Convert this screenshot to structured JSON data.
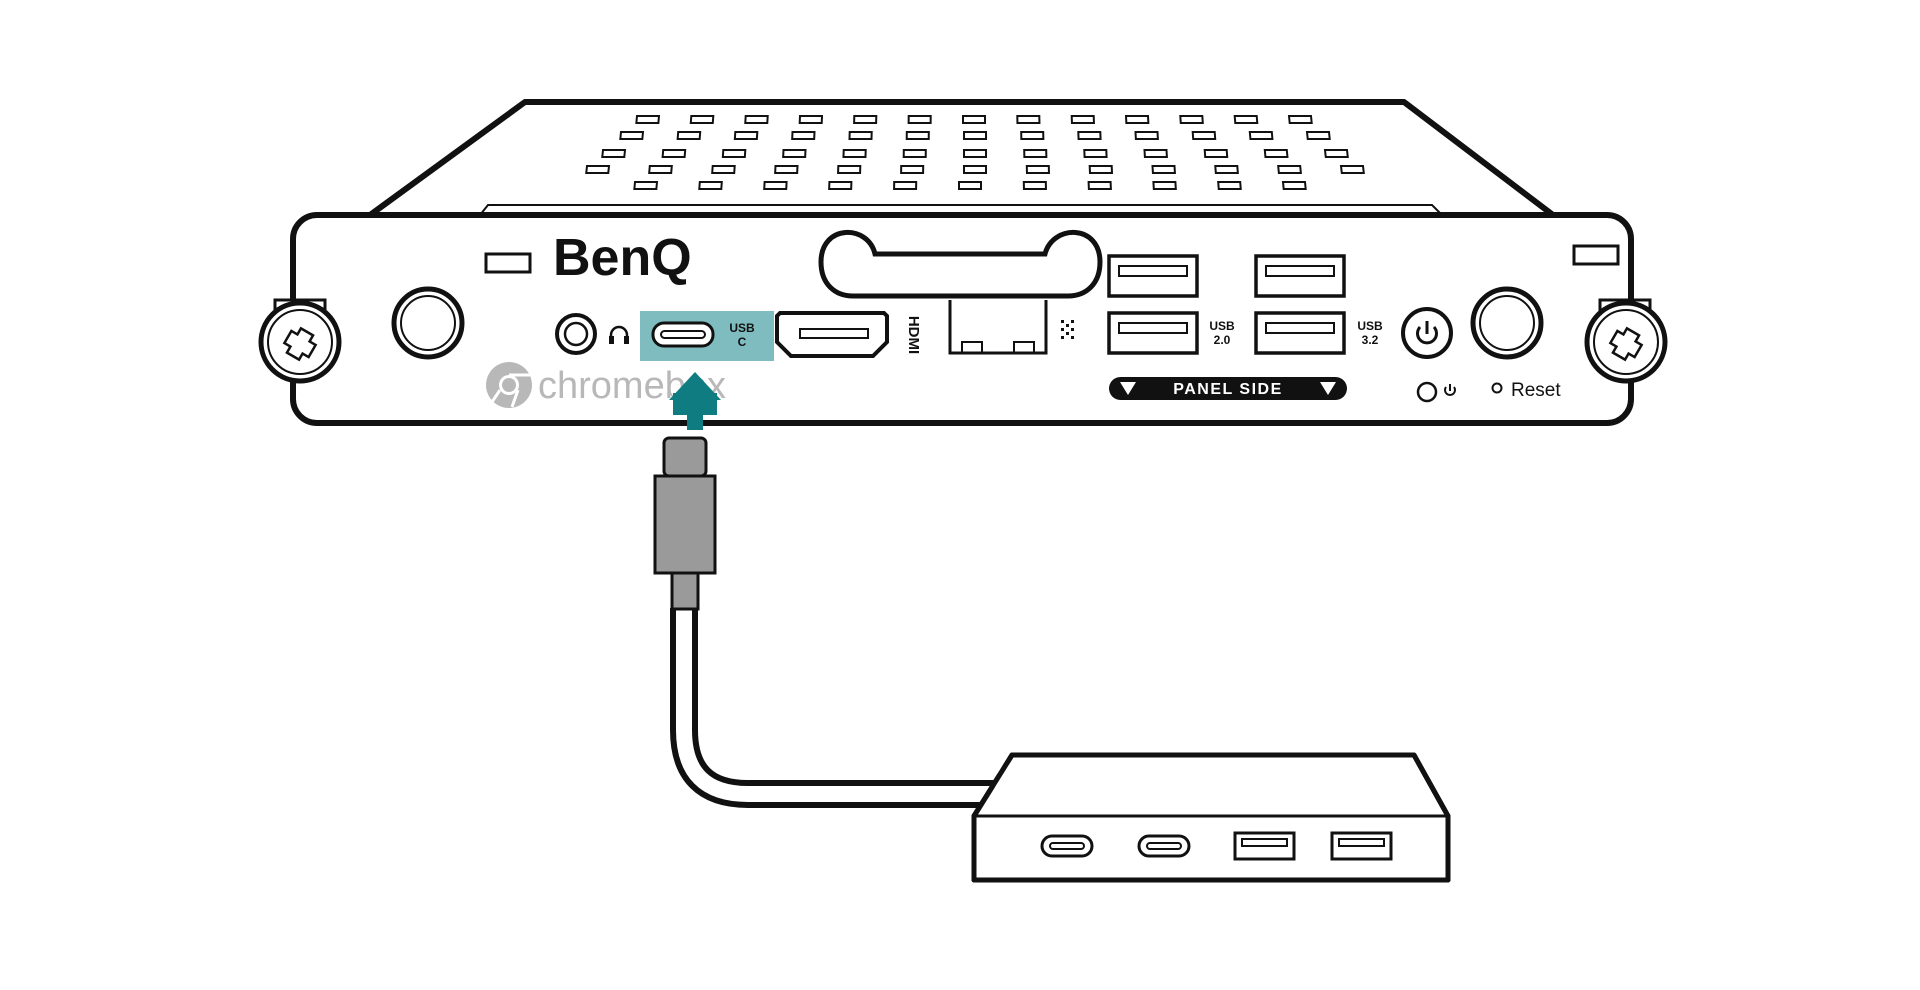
{
  "brand": {
    "name": "BenQ",
    "product": "chromebox"
  },
  "labels": {
    "usb_c_top": "USB",
    "usb_c_bottom": "C",
    "hdmi": "HDMI",
    "usb20_top": "USB",
    "usb20_bottom": "2.0",
    "usb32_top": "USB",
    "usb32_bottom": "3.2",
    "panel_side": "PANEL SIDE",
    "reset": "Reset"
  },
  "colors": {
    "line": "#111111",
    "highlight": "#7fbcbf",
    "arrow": "#0e7c80",
    "connector_fill": "#9a9a9a",
    "logo_gray": "#b8b8b8"
  },
  "icons": [
    "headphone-icon",
    "lan-icon",
    "power-icon",
    "power-indicator-icon",
    "chrome-logo-icon",
    "usb-c-port-icon"
  ]
}
